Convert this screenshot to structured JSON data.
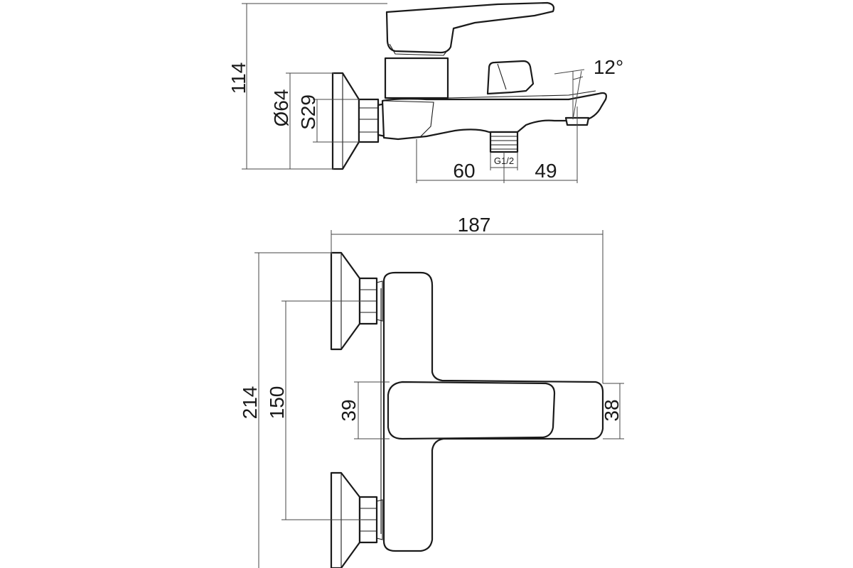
{
  "dimensions": {
    "height_total": "114",
    "flange_diameter": "Ø64",
    "nut_size": "S29",
    "outlet_offset": "60",
    "outlet_thread": "G1/2",
    "spout_offset": "49",
    "spout_angle": "12°",
    "total_width": "187",
    "total_length": "214",
    "inlet_spacing": "150",
    "handle_width": "39",
    "spout_width": "38"
  }
}
